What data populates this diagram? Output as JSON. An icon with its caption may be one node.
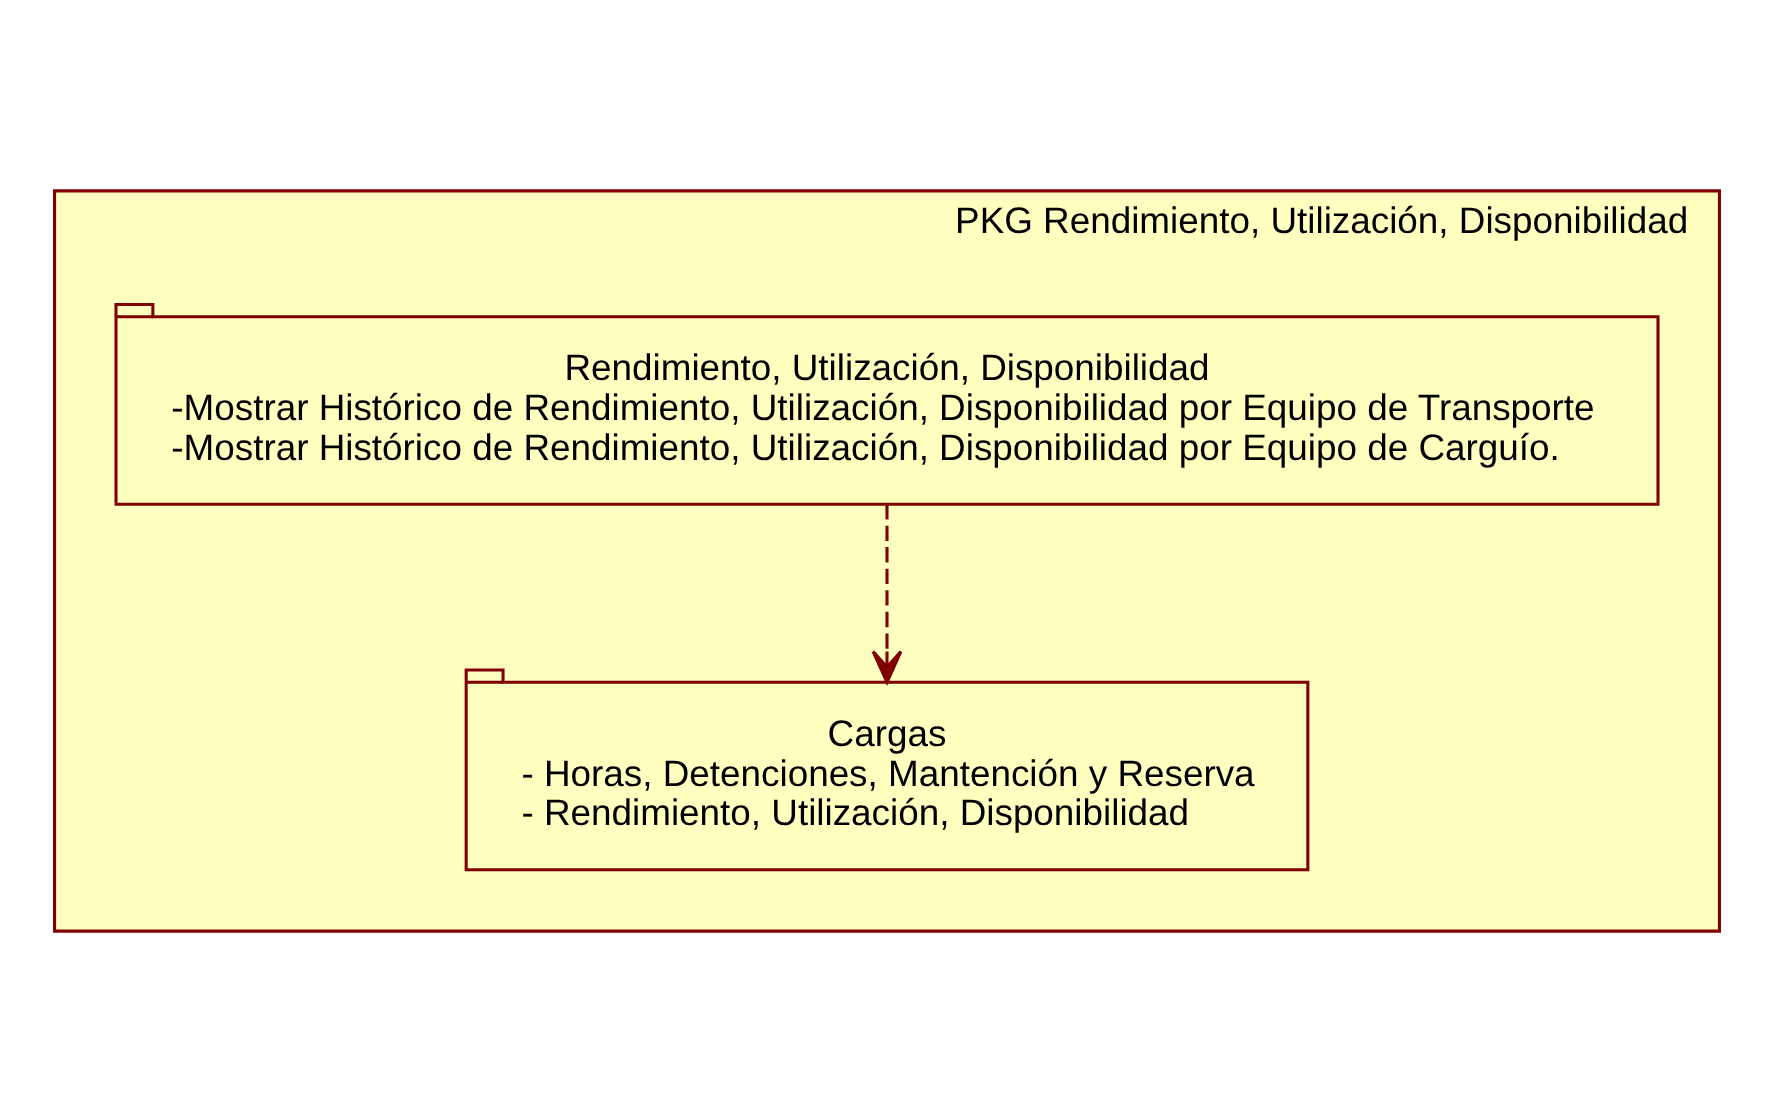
{
  "diagram": {
    "nodes": [
      {
        "text": [
          "PKG Rendimiento, Utilización, Disponibilidad"
        ]
      },
      {
        "text": [
          "Rendimiento, Utilización, Disponibilidad",
          "-Mostrar Histórico de Rendimiento, Utilización, Disponibilidad por Equipo de Transporte",
          "-Mostrar Histórico de Rendimiento, Utilización, Disponibilidad por Equipo de Carguío."
        ],
        "in": 0
      },
      {
        "text": [
          "Cargas",
          "- Horas, Detenciones, Mantención y Reserva",
          "- Rendimiento, Utilización, Disponibilidad"
        ],
        "in": 0
      }
    ],
    "edges": [
      {
        "from": 1,
        "to": 2,
        "arrow": "to",
        "style": "dashed"
      }
    ]
  }
}
